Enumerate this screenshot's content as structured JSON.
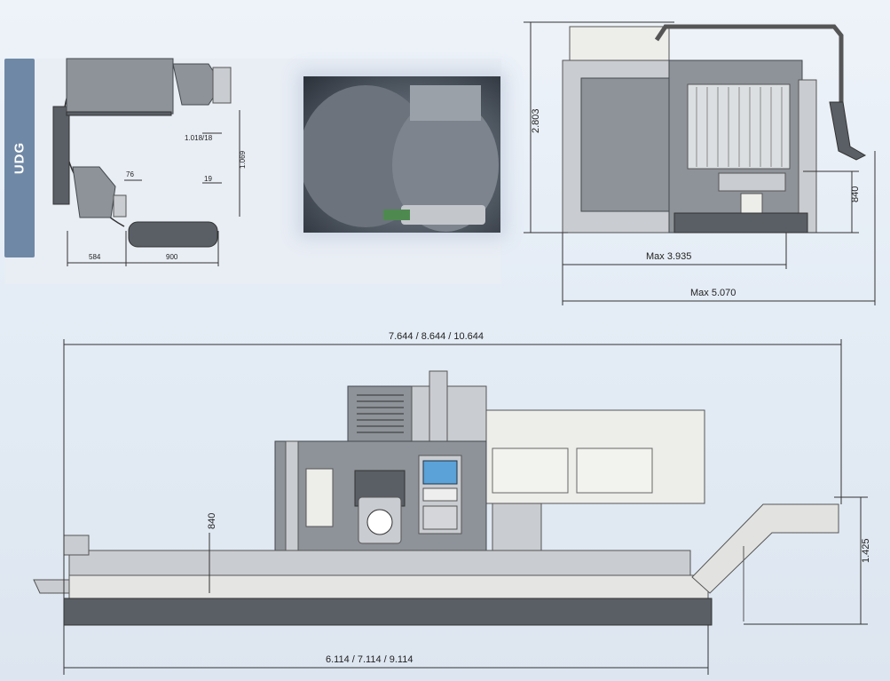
{
  "udg_panel": {
    "tab_label": "UDG",
    "dims": {
      "d1018": "1.018/18",
      "d1069": "1.069",
      "d76": "76",
      "d19": "19",
      "d584": "584",
      "d900": "900"
    }
  },
  "side_view": {
    "height": "2.803",
    "table_height": "840",
    "max_1": "Max  3.935",
    "max_2": "Max  5.070"
  },
  "front_view": {
    "overall_length": "7.644 / 8.644 / 10.644",
    "base_length": "6.114 / 7.114 / 9.114",
    "table_height": "840",
    "conveyor_height": "1.425"
  },
  "colors": {
    "machine_grey": "#8e9399",
    "tab_blue": "#6f88a6",
    "background": "#e4ecf5"
  }
}
